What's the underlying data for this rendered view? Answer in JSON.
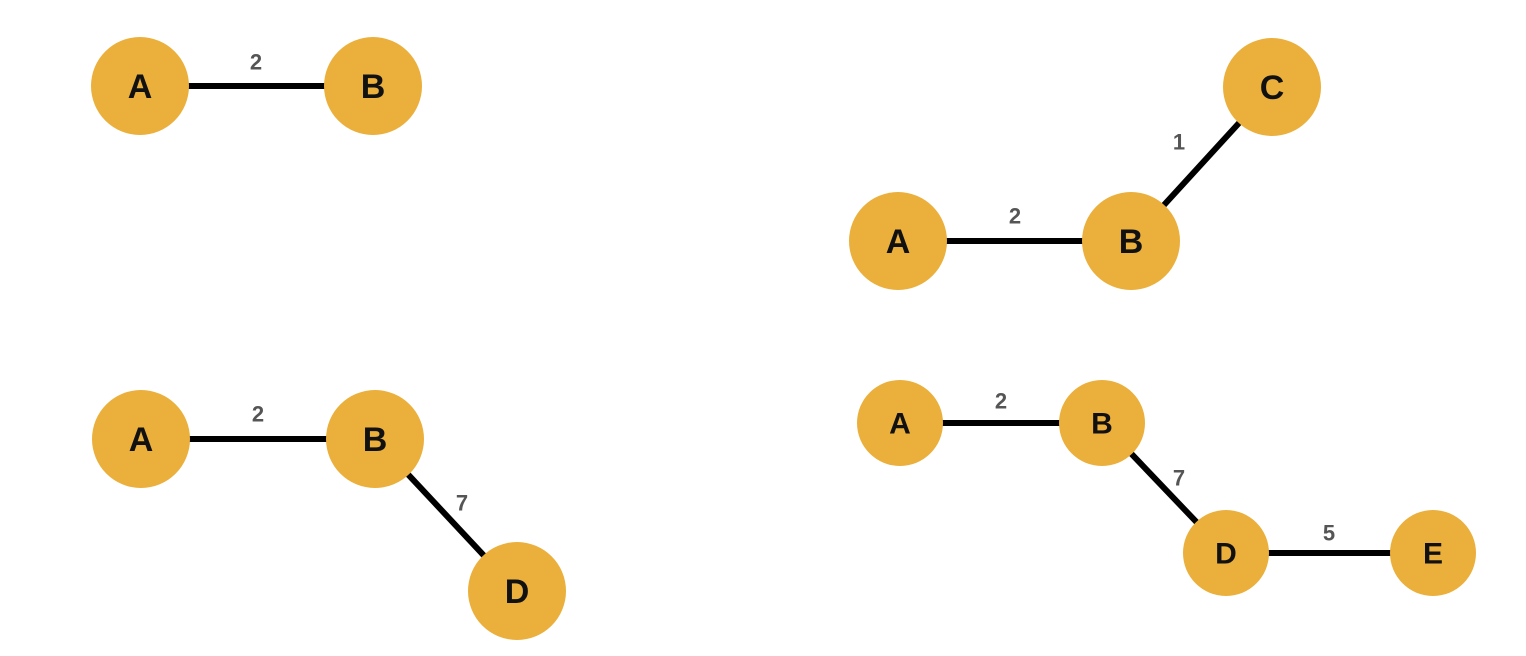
{
  "colors": {
    "node_fill": "#EBAF3C",
    "node_text": "#111111",
    "edge": "#000000",
    "weight_text": "#555555",
    "background": "#ffffff"
  },
  "graphs": [
    {
      "id": "g1",
      "nodes": [
        {
          "id": "A",
          "label": "A"
        },
        {
          "id": "B",
          "label": "B"
        }
      ],
      "edges": [
        {
          "from": "A",
          "to": "B",
          "weight": "2"
        }
      ]
    },
    {
      "id": "g2",
      "nodes": [
        {
          "id": "C",
          "label": "C"
        },
        {
          "id": "A",
          "label": "A"
        },
        {
          "id": "B",
          "label": "B"
        }
      ],
      "edges": [
        {
          "from": "A",
          "to": "B",
          "weight": "2"
        },
        {
          "from": "B",
          "to": "C",
          "weight": "1"
        }
      ]
    },
    {
      "id": "g3",
      "nodes": [
        {
          "id": "A",
          "label": "A"
        },
        {
          "id": "B",
          "label": "B"
        },
        {
          "id": "D",
          "label": "D"
        }
      ],
      "edges": [
        {
          "from": "A",
          "to": "B",
          "weight": "2"
        },
        {
          "from": "B",
          "to": "D",
          "weight": "7"
        }
      ]
    },
    {
      "id": "g4",
      "nodes": [
        {
          "id": "A",
          "label": "A"
        },
        {
          "id": "B",
          "label": "B"
        },
        {
          "id": "D",
          "label": "D"
        },
        {
          "id": "E",
          "label": "E"
        }
      ],
      "edges": [
        {
          "from": "A",
          "to": "B",
          "weight": "2"
        },
        {
          "from": "B",
          "to": "D",
          "weight": "7"
        },
        {
          "from": "D",
          "to": "E",
          "weight": "5"
        }
      ]
    }
  ]
}
